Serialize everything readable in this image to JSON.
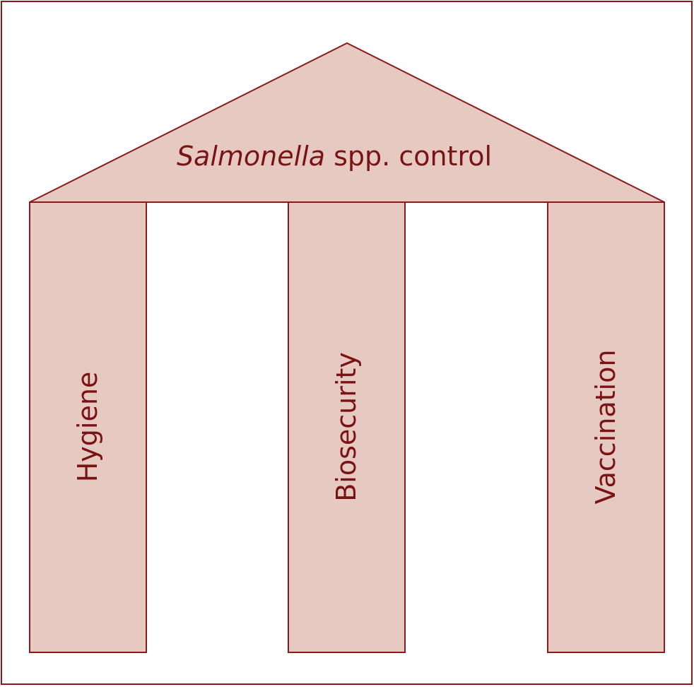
{
  "diagram": {
    "roof": {
      "label_italic": "Salmonella",
      "label_rest": " spp. control"
    },
    "pillars": [
      {
        "label": "Hygiene"
      },
      {
        "label": "Biosecurity"
      },
      {
        "label": "Vaccination"
      }
    ],
    "colors": {
      "fill": "#e6cac1",
      "stroke": "#8b1a1a",
      "text": "#7a1313"
    }
  }
}
